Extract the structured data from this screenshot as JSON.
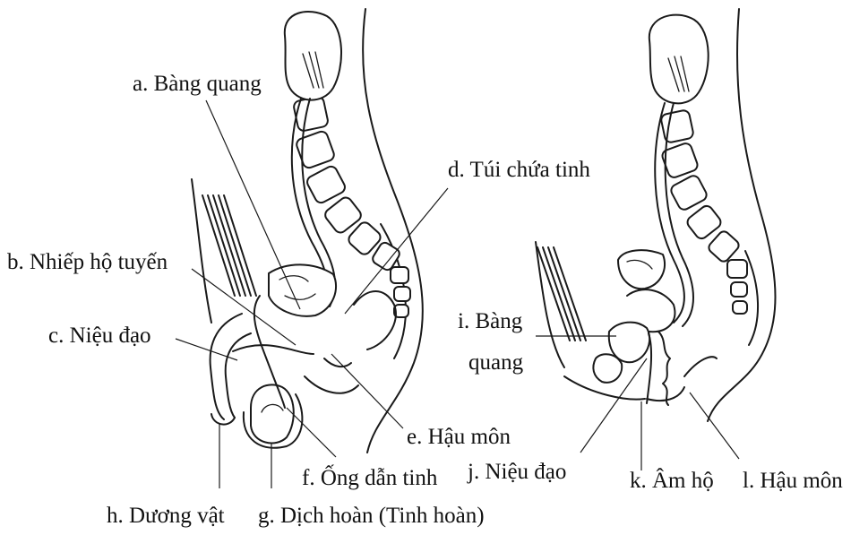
{
  "labels": {
    "a": "a. Bàng quang",
    "b": "b. Nhiếp hộ tuyến",
    "c": "c. Niệu đạo",
    "d": "d. Túi chứa tinh",
    "e": "e. Hậu môn",
    "f": "f. Ống dẫn tinh",
    "g": "g. Dịch hoàn (Tinh hoàn)",
    "h": "h. Dương vật",
    "i_line1": "i. Bàng",
    "i_line2": "quang",
    "j": "j. Niệu đạo",
    "k": "k. Âm hộ",
    "l": "l. Hậu môn"
  }
}
